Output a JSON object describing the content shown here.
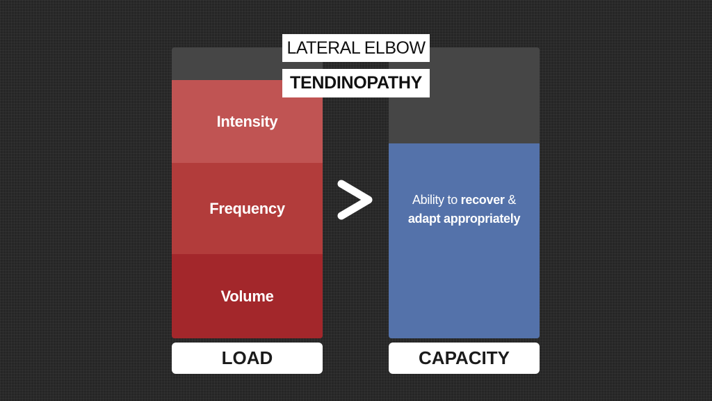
{
  "title": {
    "line1": "LATERAL ELBOW",
    "line2": "TENDINOPATHY"
  },
  "load": {
    "label": "LOAD",
    "segments": [
      "Intensity",
      "Frequency",
      "Volume"
    ]
  },
  "capacity": {
    "label": "CAPACITY",
    "text_part1": "Ability to ",
    "text_bold1": "recover",
    "text_part2": " &",
    "text_bold2": "adapt appropriately",
    "fill_fraction": 0.67
  },
  "comparison_symbol": ">",
  "colors": {
    "background": "#262626",
    "panel_empty": "#464646",
    "load_intensity": "#c05453",
    "load_frequency": "#b23c3b",
    "load_volume": "#a3272b",
    "capacity_fill": "#5472aa",
    "label_bg": "#ffffff",
    "label_text": "#1b1b1b"
  }
}
